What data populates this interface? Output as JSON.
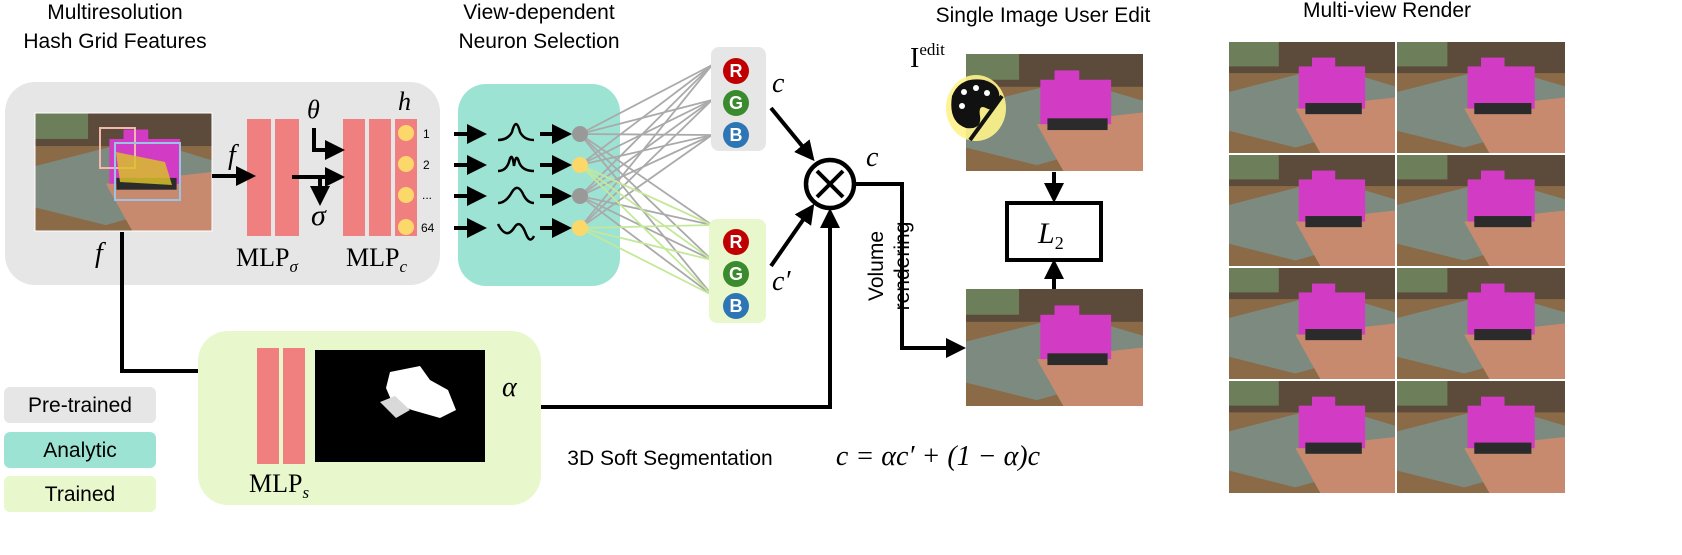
{
  "titles": {
    "hash_line1": "Multiresolution",
    "hash_line2": "Hash Grid Features",
    "neuron_line1": "View-dependent",
    "neuron_line2": "Neuron Selection",
    "user_edit": "Single Image User Edit",
    "multiview": "Multi-view Render"
  },
  "math": {
    "f": "f",
    "f_lower": "f",
    "theta": "θ",
    "sigma": "σ",
    "h": "h",
    "mlp_sigma_base": "MLP",
    "mlp_sigma_sub": "σ",
    "mlp_c_base": "MLP",
    "mlp_c_sub": "c",
    "mlp_s_base": "MLP",
    "mlp_s_sub": "s",
    "c_top": "c",
    "c_prime": "c′",
    "c_out": "c",
    "alpha": "α",
    "i_edit_base": "I",
    "i_edit_sup": "edit",
    "loss_base": "L",
    "loss_sub": "2",
    "equation": "c = αc′ + (1 − α)c"
  },
  "neuron_indices": [
    "1",
    "2",
    "...",
    "64"
  ],
  "rgb_labels": [
    "R",
    "G",
    "B"
  ],
  "volume_rendering_line1": "Volume",
  "volume_rendering_line2": "rendering",
  "segmentation_label": "3D Soft Segmentation",
  "legend": {
    "pretrained": "Pre-trained",
    "analytic": "Analytic",
    "trained": "Trained"
  },
  "colors": {
    "pretrained_bg": "#e6e6e6",
    "analytic_bg": "#9de3d4",
    "trained_bg": "#e8f7cc",
    "mlp_bar": "#f08080",
    "neuron_yellow": "#fcd86a",
    "neuron_gray": "#999999",
    "red": "#c00000",
    "green": "#3a8a2e",
    "blue": "#2e75b6",
    "toy_magenta": "#d23bc4"
  }
}
